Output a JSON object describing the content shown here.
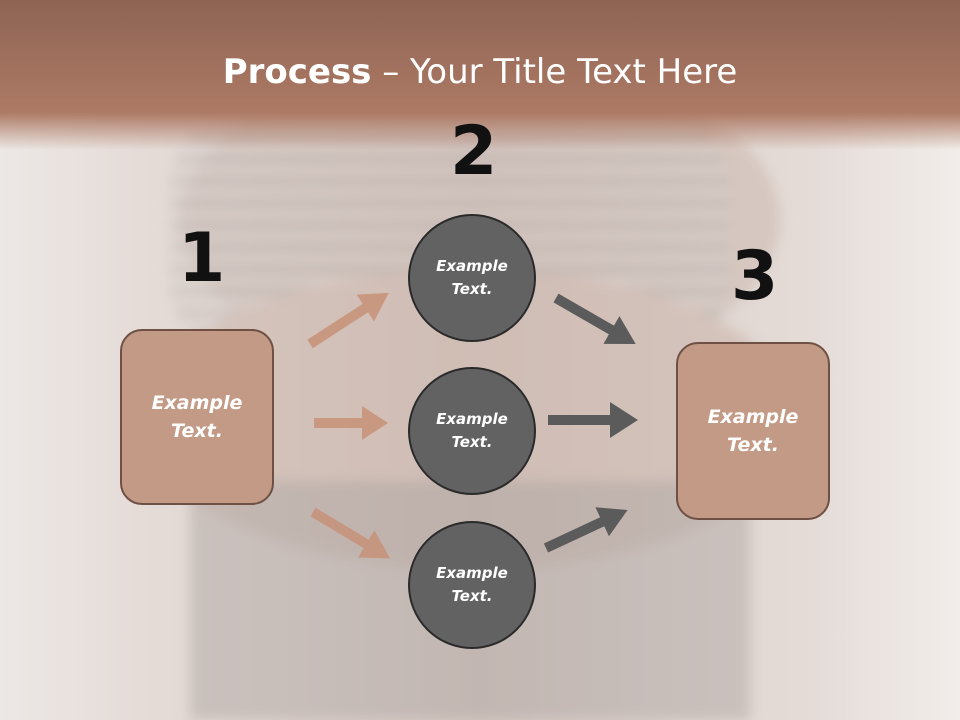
{
  "slide": {
    "title_bold": "Process",
    "title_rest": " – Your Title Text Here"
  },
  "steps": [
    {
      "number": "1",
      "text": "Example Text."
    },
    {
      "number": "2",
      "text": "Example Text."
    },
    {
      "number": "3",
      "text": "Example Text."
    }
  ],
  "middle_nodes": [
    {
      "text": "Example Text."
    },
    {
      "text": "Example Text."
    },
    {
      "text": "Example Text."
    }
  ],
  "colors": {
    "title_band": "#a87560",
    "left_arrows": "#c7947c",
    "right_arrows": "#5b5b5b",
    "box_fill": "#c29a85",
    "circle_fill": "#626262"
  }
}
